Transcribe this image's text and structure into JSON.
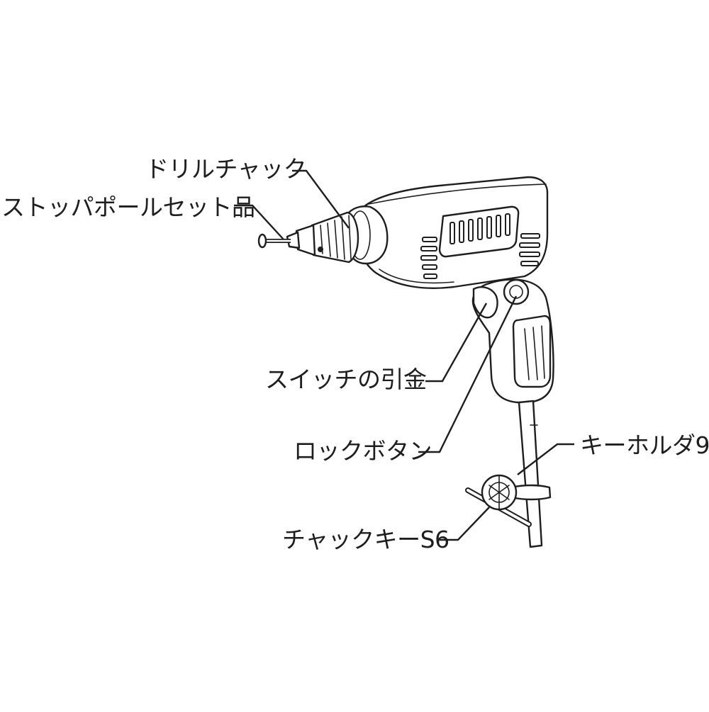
{
  "labels": {
    "drill_chuck": "ドリルチャック",
    "stopper_pole": "ストッパポールセット品",
    "switch_trigger": "スイッチの引金",
    "lock_button": "ロックボタン",
    "key_holder": "キーホルダ9",
    "chuck_key": "チャックキーS6"
  },
  "colors": {
    "ink": "#1e1e1e",
    "background": "#ffffff"
  }
}
